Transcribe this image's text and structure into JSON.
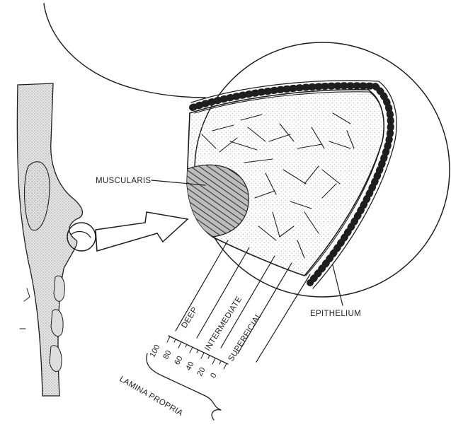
{
  "labels": {
    "muscularis": "MUSCULARIS",
    "epithelium": "EPITHELIUM",
    "deep": "DEEP",
    "intermediate": "INTERMEDIATE",
    "superficial": "SUPERFICIAL",
    "lamina_propria": "LAMINA PROPRIA"
  },
  "scale_ticks": [
    "100",
    "80",
    "60",
    "40",
    "20",
    "0"
  ]
}
